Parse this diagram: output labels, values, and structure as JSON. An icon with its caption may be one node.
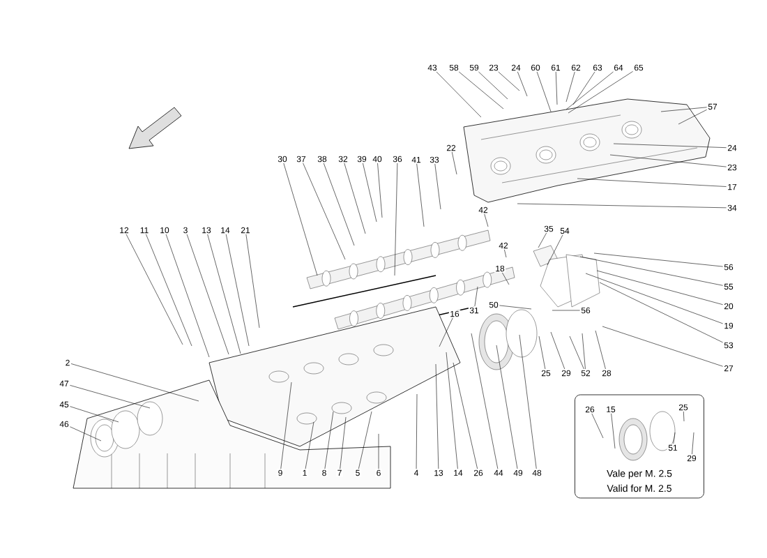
{
  "diagram": {
    "nodes": [
      {
        "text": [
          "43"
        ]
      },
      {
        "text": [
          "58"
        ]
      },
      {
        "text": [
          "59"
        ]
      },
      {
        "text": [
          "23"
        ]
      },
      {
        "text": [
          "24"
        ]
      },
      {
        "text": [
          "60"
        ]
      },
      {
        "text": [
          "61"
        ]
      },
      {
        "text": [
          "62"
        ]
      },
      {
        "text": [
          "63"
        ]
      },
      {
        "text": [
          "64"
        ]
      },
      {
        "text": [
          "65"
        ]
      },
      {
        "text": [
          "57"
        ]
      },
      {
        "text": [
          "22"
        ]
      },
      {
        "text": [
          "24"
        ]
      },
      {
        "text": [
          "30"
        ]
      },
      {
        "text": [
          "37"
        ]
      },
      {
        "text": [
          "38"
        ]
      },
      {
        "text": [
          "32"
        ]
      },
      {
        "text": [
          "39"
        ]
      },
      {
        "text": [
          "40"
        ]
      },
      {
        "text": [
          "36"
        ]
      },
      {
        "text": [
          "41"
        ]
      },
      {
        "text": [
          "33"
        ]
      },
      {
        "text": [
          "23"
        ]
      },
      {
        "text": [
          "17"
        ]
      },
      {
        "text": [
          "34"
        ]
      },
      {
        "text": [
          "42"
        ]
      },
      {
        "text": [
          "35"
        ]
      },
      {
        "text": [
          "12"
        ]
      },
      {
        "text": [
          "11"
        ]
      },
      {
        "text": [
          "10"
        ]
      },
      {
        "text": [
          "3"
        ]
      },
      {
        "text": [
          "13"
        ]
      },
      {
        "text": [
          "14"
        ]
      },
      {
        "text": [
          "21"
        ]
      },
      {
        "text": [
          "54"
        ]
      },
      {
        "text": [
          "42"
        ]
      },
      {
        "text": [
          "56"
        ]
      },
      {
        "text": [
          "18"
        ]
      },
      {
        "text": [
          "55"
        ]
      },
      {
        "text": [
          "50"
        ]
      },
      {
        "text": [
          "20"
        ]
      },
      {
        "text": [
          "56"
        ]
      },
      {
        "text": [
          "31"
        ]
      },
      {
        "text": [
          "16"
        ]
      },
      {
        "text": [
          "19"
        ]
      },
      {
        "text": [
          "53"
        ]
      },
      {
        "text": [
          "2"
        ]
      },
      {
        "text": [
          "27"
        ]
      },
      {
        "text": [
          "25"
        ]
      },
      {
        "text": [
          "29"
        ]
      },
      {
        "text": [
          "52"
        ]
      },
      {
        "text": [
          "28"
        ]
      },
      {
        "text": [
          "47"
        ]
      },
      {
        "text": [
          "45"
        ]
      },
      {
        "text": [
          "46"
        ]
      },
      {
        "text": [
          "Vale per M. 2.5",
          "Valid for M. 2.5"
        ]
      },
      {
        "text": [
          "26"
        ],
        "in": 56
      },
      {
        "text": [
          "15"
        ],
        "in": 56
      },
      {
        "text": [
          "25"
        ],
        "in": 56
      },
      {
        "text": [
          "51"
        ],
        "in": 56
      },
      {
        "text": [
          "29"
        ],
        "in": 56
      },
      {
        "text": [
          "9"
        ]
      },
      {
        "text": [
          "1"
        ]
      },
      {
        "text": [
          "8"
        ]
      },
      {
        "text": [
          "7"
        ]
      },
      {
        "text": [
          "5"
        ]
      },
      {
        "text": [
          "6"
        ]
      },
      {
        "text": [
          "4"
        ]
      },
      {
        "text": [
          "13"
        ]
      },
      {
        "text": [
          "14"
        ]
      },
      {
        "text": [
          "26"
        ]
      },
      {
        "text": [
          "44"
        ]
      },
      {
        "text": [
          "49"
        ]
      },
      {
        "text": [
          "48"
        ]
      }
    ],
    "edges": [
      {
        "from": 0,
        "to": null,
        "arrow": "none"
      },
      {
        "from": 1,
        "to": null,
        "arrow": "none"
      },
      {
        "from": 2,
        "to": null,
        "arrow": "none"
      },
      {
        "from": 3,
        "to": null,
        "arrow": "none"
      },
      {
        "from": 4,
        "to": null,
        "arrow": "none"
      },
      {
        "from": 5,
        "to": null,
        "arrow": "none"
      },
      {
        "from": 6,
        "to": null,
        "arrow": "none"
      },
      {
        "from": 7,
        "to": null,
        "arrow": "none"
      },
      {
        "from": 8,
        "to": null,
        "arrow": "none"
      },
      {
        "from": 9,
        "to": null,
        "arrow": "none"
      },
      {
        "from": 10,
        "to": null,
        "arrow": "none"
      },
      {
        "from": 11,
        "to": null,
        "arrow": "none"
      },
      {
        "from": 11,
        "to": null,
        "arrow": "none"
      },
      {
        "from": 12,
        "to": null,
        "arrow": "none"
      },
      {
        "from": 13,
        "to": null,
        "arrow": "none"
      },
      {
        "from": 14,
        "to": null,
        "arrow": "none"
      },
      {
        "from": 15,
        "to": null,
        "arrow": "none"
      },
      {
        "from": 16,
        "to": null,
        "arrow": "none"
      },
      {
        "from": 17,
        "to": null,
        "arrow": "none"
      },
      {
        "from": 18,
        "to": null,
        "arrow": "none"
      },
      {
        "from": 19,
        "to": null,
        "arrow": "none"
      },
      {
        "from": 20,
        "to": null,
        "arrow": "none"
      },
      {
        "from": 21,
        "to": null,
        "arrow": "none"
      },
      {
        "from": 22,
        "to": null,
        "arrow": "none"
      },
      {
        "from": 23,
        "to": null,
        "arrow": "none"
      },
      {
        "from": 24,
        "to": null,
        "arrow": "none"
      },
      {
        "from": 25,
        "to": null,
        "arrow": "none"
      },
      {
        "from": 26,
        "to": null,
        "arrow": "none"
      },
      {
        "from": 27,
        "to": null,
        "arrow": "none"
      },
      {
        "from": 28,
        "to": null,
        "arrow": "none"
      },
      {
        "from": 29,
        "to": null,
        "arrow": "none"
      },
      {
        "from": 30,
        "to": null,
        "arrow": "none"
      },
      {
        "from": 31,
        "to": null,
        "arrow": "none"
      },
      {
        "from": 32,
        "to": null,
        "arrow": "none"
      },
      {
        "from": 33,
        "to": null,
        "arrow": "none"
      },
      {
        "from": 34,
        "to": null,
        "arrow": "none"
      },
      {
        "from": 35,
        "to": null,
        "arrow": "none"
      },
      {
        "from": 36,
        "to": null,
        "arrow": "none"
      },
      {
        "from": 37,
        "to": null,
        "arrow": "none"
      },
      {
        "from": 38,
        "to": null,
        "arrow": "none"
      },
      {
        "from": 39,
        "to": null,
        "arrow": "none"
      },
      {
        "from": 40,
        "to": null,
        "arrow": "none"
      },
      {
        "from": 41,
        "to": null,
        "arrow": "none"
      },
      {
        "from": 42,
        "to": null,
        "arrow": "none"
      },
      {
        "from": 43,
        "to": null,
        "arrow": "none"
      },
      {
        "from": 44,
        "to": null,
        "arrow": "none"
      },
      {
        "from": 45,
        "to": null,
        "arrow": "none"
      },
      {
        "from": 46,
        "to": null,
        "arrow": "none"
      },
      {
        "from": 47,
        "to": null,
        "arrow": "none"
      },
      {
        "from": 48,
        "to": null,
        "arrow": "none"
      },
      {
        "from": 49,
        "to": null,
        "arrow": "none"
      },
      {
        "from": 50,
        "to": null,
        "arrow": "none"
      },
      {
        "from": 51,
        "to": null,
        "arrow": "none"
      },
      {
        "from": 51,
        "to": null,
        "arrow": "none"
      },
      {
        "from": 52,
        "to": null,
        "arrow": "none"
      },
      {
        "from": 53,
        "to": null,
        "arrow": "none"
      },
      {
        "from": 54,
        "to": null,
        "arrow": "none"
      },
      {
        "from": 55,
        "to": null,
        "arrow": "none"
      },
      {
        "from": 57,
        "to": null,
        "arrow": "none"
      },
      {
        "from": 58,
        "to": null,
        "arrow": "none"
      },
      {
        "from": 59,
        "to": null,
        "arrow": "none"
      },
      {
        "from": 60,
        "to": null,
        "arrow": "none"
      },
      {
        "from": 61,
        "to": null,
        "arrow": "none"
      },
      {
        "from": 62,
        "to": null,
        "arrow": "none"
      },
      {
        "from": 63,
        "to": null,
        "arrow": "none"
      },
      {
        "from": 64,
        "to": null,
        "arrow": "none"
      },
      {
        "from": 65,
        "to": null,
        "arrow": "none"
      },
      {
        "from": 66,
        "to": null,
        "arrow": "none"
      },
      {
        "from": 67,
        "to": null,
        "arrow": "none"
      },
      {
        "from": 68,
        "to": null,
        "arrow": "none"
      },
      {
        "from": 69,
        "to": null,
        "arrow": "none"
      },
      {
        "from": 70,
        "to": null,
        "arrow": "none"
      },
      {
        "from": 71,
        "to": null,
        "arrow": "none"
      },
      {
        "from": 72,
        "to": null,
        "arrow": "none"
      },
      {
        "from": 73,
        "to": null,
        "arrow": "none"
      },
      {
        "from": 74,
        "to": null,
        "arrow": "none"
      }
    ]
  }
}
